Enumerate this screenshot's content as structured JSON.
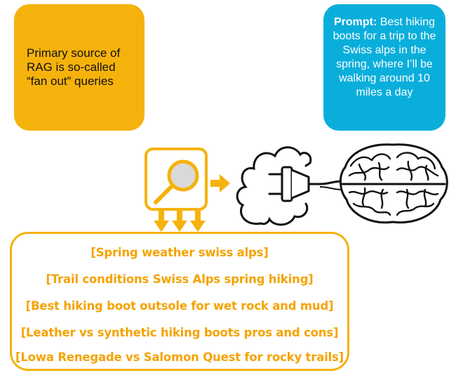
{
  "primary_box": {
    "text": "Primary source of RAG is so-called “fan out” queries"
  },
  "prompt_box": {
    "label": "Prompt:",
    "text": "Best hiking boots for a trip to the Swiss alps in the spring, where I’ll be walking around 10 miles a day"
  },
  "queries": [
    "[Spring weather swiss alps]",
    "[Trail conditions Swiss Alps spring hiking]",
    "[Best hiking boot outsole for wet rock and mud]",
    "[Leather vs synthetic hiking boots pros and cons]",
    "[Lowa Renegade vs Salomon Quest for rocky trails]"
  ],
  "colors": {
    "accent_orange": "#F6B20C",
    "accent_blue": "#0AAEDB",
    "query_text": "#F4A300"
  },
  "icons": [
    "search-icon",
    "arrow-right-icon",
    "arrow-down-icon",
    "cloud-plug-icon",
    "brain-icon"
  ]
}
